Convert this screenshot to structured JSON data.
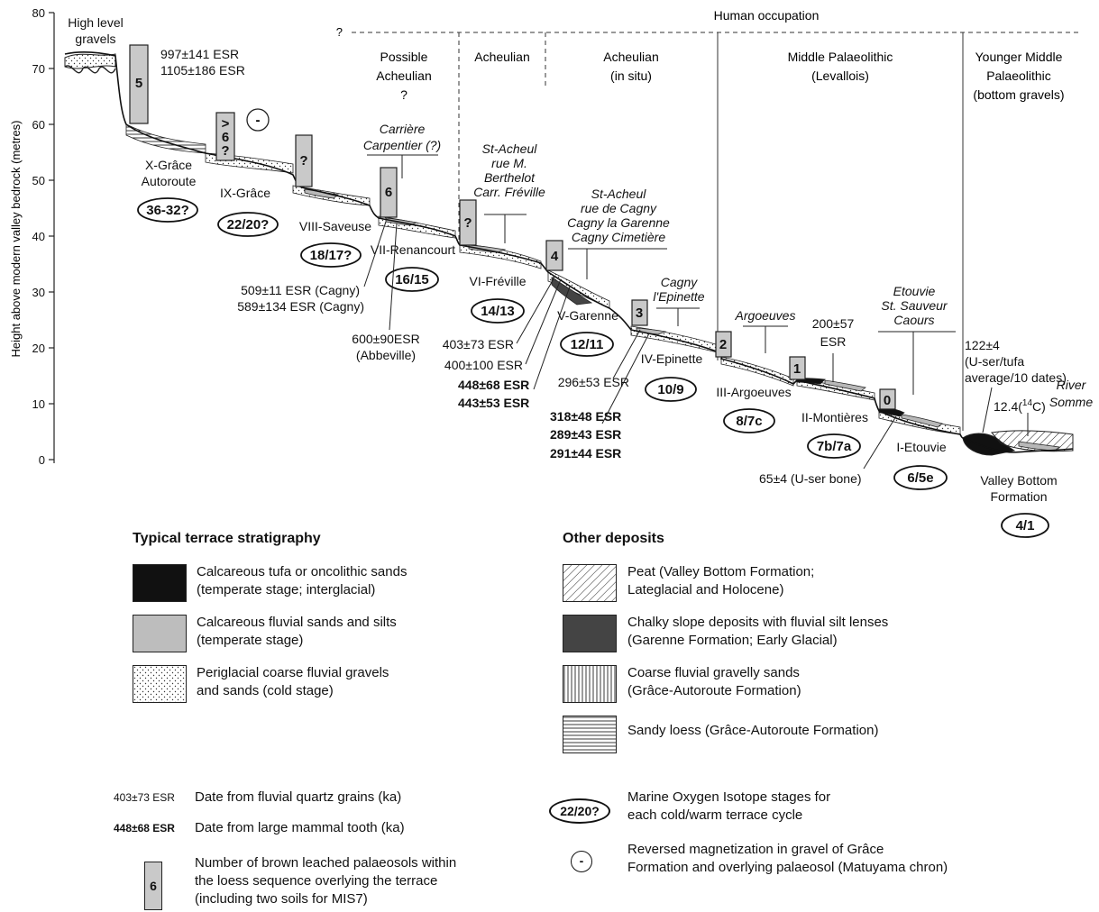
{
  "axis": {
    "ylabel": "Height above modern valley bedrock (metres)",
    "ticks": [
      "0",
      "10",
      "20",
      "30",
      "40",
      "50",
      "60",
      "70",
      "80"
    ]
  },
  "header": {
    "human_occupation": "Human occupation",
    "question": "?",
    "zones": [
      {
        "line1": "Possible",
        "line2": "Acheulian",
        "line3": "?"
      },
      {
        "line1": "Acheulian",
        "line2": "",
        "line3": ""
      },
      {
        "line1": "Acheulian",
        "line2": "(in situ)",
        "line3": ""
      },
      {
        "line1": "Middle Palaeolithic",
        "line2": "(Levallois)",
        "line3": ""
      },
      {
        "line1": "Younger Middle",
        "line2": "Palaeolithic",
        "line3": "(bottom gravels)"
      }
    ]
  },
  "terraces": {
    "high": {
      "line1": "High level",
      "line2": "gravels"
    },
    "x": {
      "line1": "X-Grâce",
      "line2": "Autoroute",
      "mis": "36-32?",
      "palaeosols": "5",
      "esr1": "997±141 ESR",
      "esr2": "1105±186 ESR"
    },
    "ix": {
      "name": "IX-Grâce",
      "mis": "22/20?",
      "palaeosols_a": ">",
      "palaeosols_b": "6",
      "palaeosols_c": "?",
      "mag": "-"
    },
    "viii": {
      "name": "VIII-Saveuse",
      "mis": "18/17?",
      "palaeosols": "?"
    },
    "vii": {
      "name": "VII-Renancourt",
      "mis": "16/15",
      "palaeosols": "6",
      "site1": "Carrière",
      "site2": "Carpentier (?)",
      "esr1": "509±11 ESR (Cagny)",
      "esr2": "589±134 ESR (Cagny)",
      "esr3": "600±90ESR",
      "esr4": "(Abbeville)"
    },
    "vi": {
      "name": "VI-Fréville",
      "mis": "14/13",
      "palaeosols": "?",
      "site1": "St-Acheul",
      "site2": "rue M.",
      "site3": "Berthelot",
      "site4": "Carr. Fréville"
    },
    "v": {
      "name": "V-Garenne",
      "mis": "12/11",
      "palaeosols": "4",
      "site1": "St-Acheul",
      "site2": "rue de Cagny",
      "site3": "Cagny la Garenne",
      "site4": "Cagny Cimetière",
      "esr1": "403±73 ESR",
      "esr2": "400±100 ESR",
      "tooth1": "448±68 ESR",
      "tooth2": "443±53 ESR"
    },
    "iv": {
      "name": "IV-Epinette",
      "mis": "10/9",
      "palaeosols": "3",
      "site1": "Cagny",
      "site2": "l'Epinette",
      "esr1": "296±53 ESR",
      "tooth1": "318±48 ESR",
      "tooth2": "289±43 ESR",
      "tooth3": "291±44 ESR"
    },
    "iii": {
      "name": "III-Argoeuves",
      "mis": "8/7c",
      "palaeosols": "2",
      "site1": "Argoeuves"
    },
    "ii": {
      "name": "II-Montières",
      "mis": "7b/7a",
      "palaeosols": "1",
      "esr1": "200±57",
      "esr2": "ESR"
    },
    "i": {
      "name": "I-Etouvie",
      "mis": "6/5e",
      "palaeosols": "0",
      "site1": "Etouvie",
      "site2": "St. Sauveur",
      "site3": "Caours",
      "user1": "65±4 (U-ser bone)",
      "tufa1": "122±4",
      "tufa2": "(U-ser/tufa",
      "tufa3": "average/10 dates)"
    },
    "bottom": {
      "line1": "Valley Bottom",
      "line2": "Formation",
      "mis": "4/1",
      "c14": "12.4(",
      "c14sup": "14",
      "c14end": "C)",
      "river1": "River",
      "river2": "Somme"
    }
  },
  "legend": {
    "left_title": "Typical terrace stratigraphy",
    "right_title": "Other deposits",
    "left": [
      {
        "l1": "Calcareous tufa or oncolithic sands",
        "l2": "(temperate stage; interglacial)"
      },
      {
        "l1": "Calcareous fluvial sands and silts",
        "l2": "(temperate stage)"
      },
      {
        "l1": "Periglacial coarse fluvial gravels",
        "l2": "and sands (cold stage)"
      }
    ],
    "right": [
      {
        "l1": "Peat (Valley Bottom Formation;",
        "l2": "Lateglacial and Holocene)"
      },
      {
        "l1": "Chalky slope deposits with fluvial silt lenses",
        "l2": "(Garenne Formation; Early Glacial)"
      },
      {
        "l1": "Coarse fluvial gravelly sands",
        "l2": "(Grâce-Autoroute Formation)"
      },
      {
        "l1": "Sandy loess (Grâce-Autoroute Formation)",
        "l2": ""
      }
    ],
    "keys": {
      "quartz_sample": "403±73 ESR",
      "quartz_text": "Date from fluvial quartz grains (ka)",
      "tooth_sample": "448±68 ESR",
      "tooth_text": "Date from large mammal tooth (ka)",
      "palaeosol_sample": "6",
      "palaeosol_l1": "Number of brown leached palaeosols within",
      "palaeosol_l2": "the loess sequence overlying the terrace",
      "palaeosol_l3": "(including two soils for MIS7)",
      "mis_sample": "22/20?",
      "mis_l1": "Marine Oxygen Isotope stages for",
      "mis_l2": "each cold/warm terrace cycle",
      "mag_sample": "-",
      "mag_l1": "Reversed magnetization in gravel of Grâce",
      "mag_l2": "Formation and overlying palaeosol (Matuyama chron)"
    }
  }
}
